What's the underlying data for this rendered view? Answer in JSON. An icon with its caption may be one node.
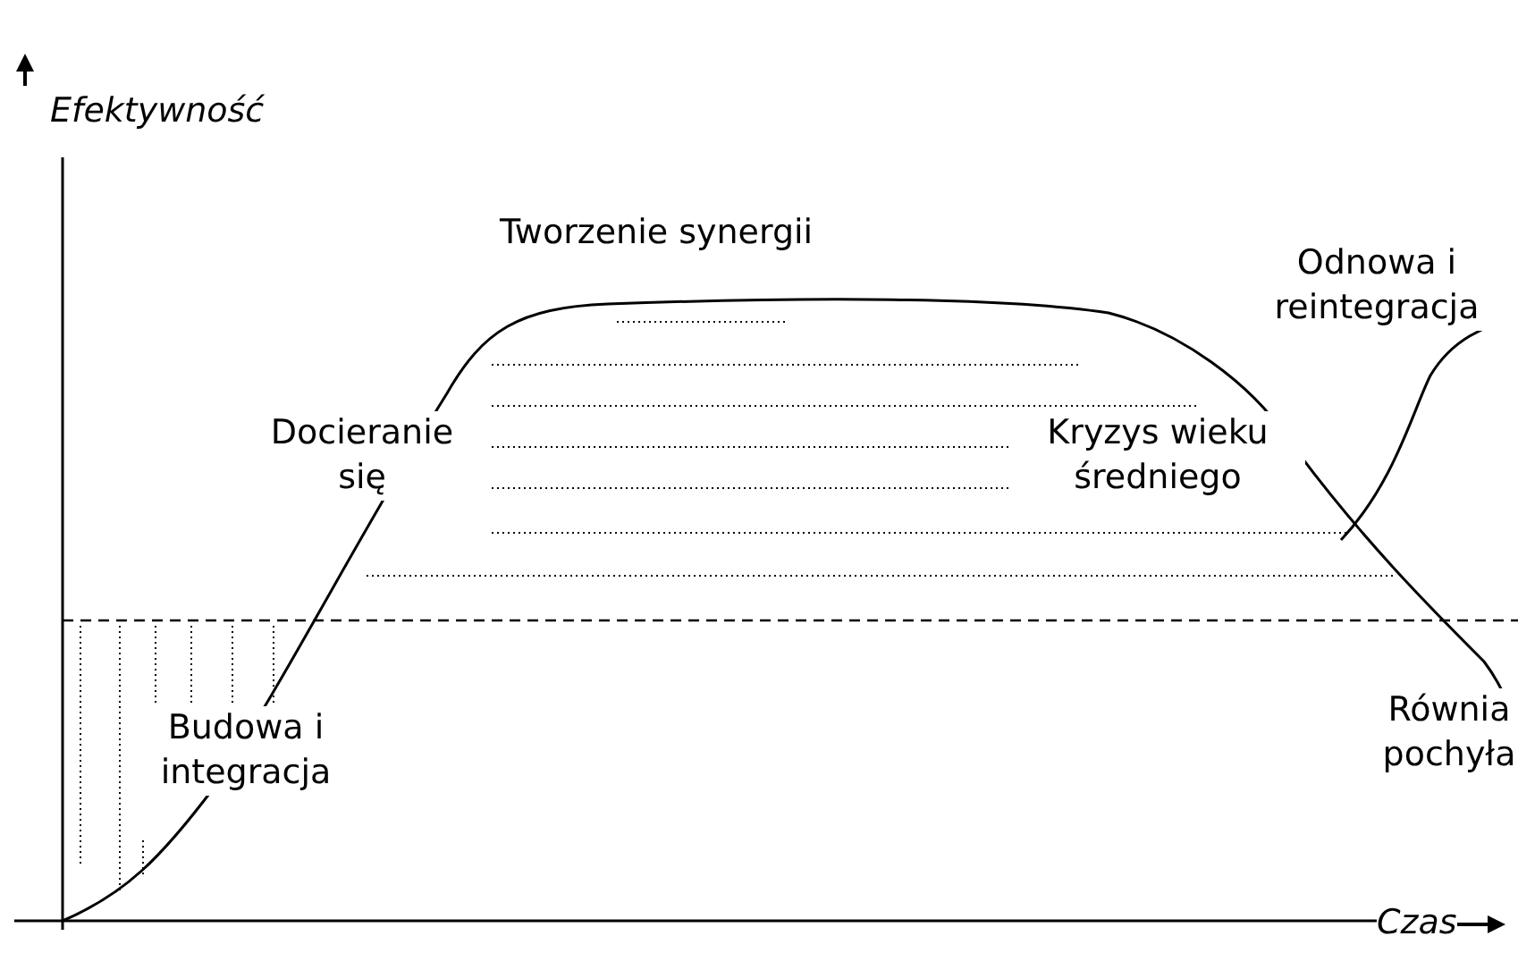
{
  "diagram": {
    "labels": [
      "Efektywność",
      "Tworzenie synergii",
      "Odnowa i reintegracja",
      "Docieranie się",
      "Kryzys wieku średniego",
      "Budowa i integracja",
      "Równia pochyła",
      "Czas"
    ]
  }
}
